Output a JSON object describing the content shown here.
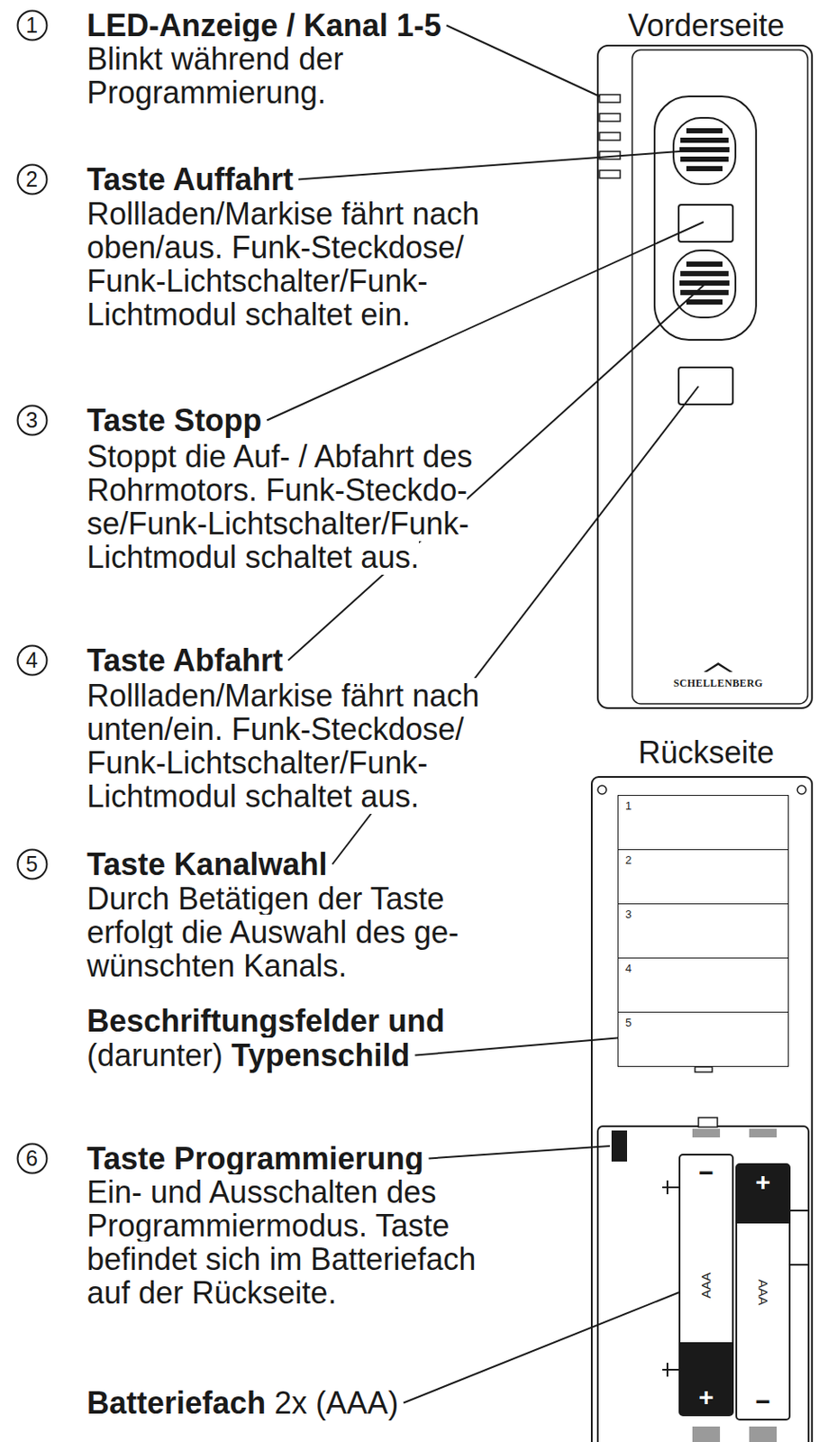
{
  "diagram": {
    "nodes": [
      {
        "text": [
          "1"
        ]
      },
      {
        "text": [
          "2"
        ]
      },
      {
        "text": [
          "3"
        ]
      },
      {
        "text": [
          "4"
        ]
      },
      {
        "text": [
          "5"
        ]
      },
      {
        "text": [
          "6"
        ]
      },
      {
        "text": [
          "1"
        ]
      },
      {
        "text": [
          "2"
        ]
      },
      {
        "text": [
          "3"
        ]
      },
      {
        "text": [
          "4"
        ]
      },
      {
        "text": [
          "5"
        ]
      },
      {
        "text": [
          "−",
          "AAA",
          "+"
        ]
      },
      {
        "text": [
          "+",
          "AAA",
          "−"
        ]
      }
    ],
    "labels": [
      "Vorderseite",
      "LED-Anzeige / Kanal 1-5",
      "Blinkt während der Programmierung.",
      "Taste Auffahrt",
      "Rollladen/Markise fährt nach oben/aus. Funk-Steckdose/ Funk-Lichtschalter/Funk- Lichtmodul schaltet ein.",
      "Taste Stopp",
      "Stoppt die Auf- / Abfahrt des Rohrmotors. Funk-Steckdo- se/Funk-Lichtschalter/Funk- Lichtmodul schaltet aus.",
      "Taste Abfahrt",
      "Rollladen/Markise fährt nach unten/ein. Funk-Steckdose/ Funk-Lichtschalter/Funk- Lichtmodul schaltet aus.",
      "SCHELLENBERG",
      "Rückseite",
      "Taste Kanalwahl",
      "Durch Betätigen der Taste erfolgt die Auswahl des ge- wünschten Kanals.",
      "Beschriftungsfelder und",
      "(darunter)",
      "Typenschild",
      "Taste Programmierung",
      "Ein- und Ausschalten des Programmiermodus. Taste befindet sich im Batteriefach auf der Rückseite.",
      "Batteriefach",
      "2x (AAA)"
    ]
  }
}
